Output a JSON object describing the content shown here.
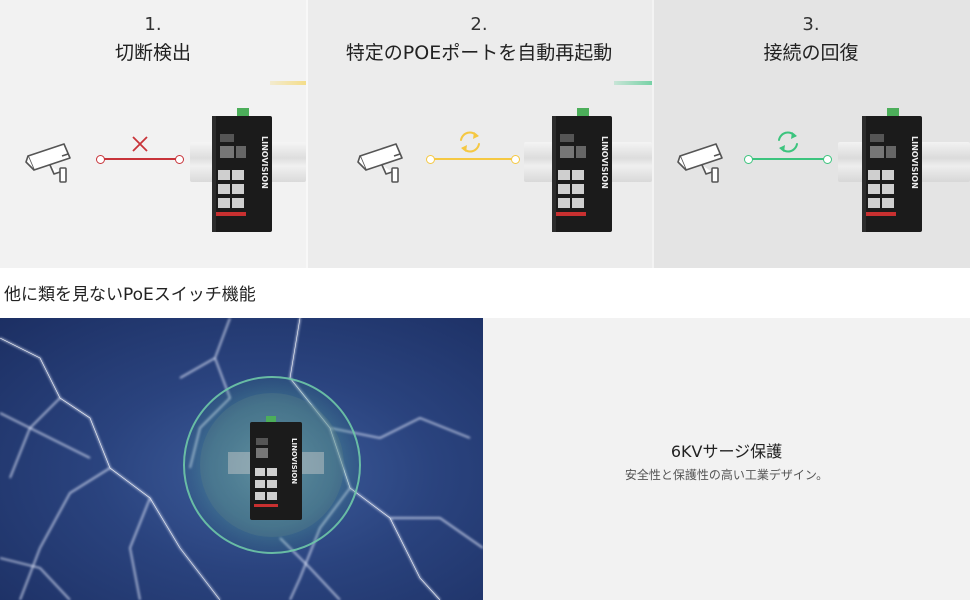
{
  "steps": [
    {
      "num": "1.",
      "title": "切断検出"
    },
    {
      "num": "2.",
      "title": "特定のPOEポートを自動再起動"
    },
    {
      "num": "3.",
      "title": "接続の回復"
    }
  ],
  "device": {
    "brand": "LINOVISION"
  },
  "colors": {
    "fail": "#c8343a",
    "restart": "#f6d046",
    "recover": "#33c27d",
    "storm_sky": "#2a437e"
  },
  "section_heading": "他に類を見ないPoEスイッチ機能",
  "feature": {
    "title": "6KVサージ保護",
    "subtitle": "安全性と保護性の高い工業デザイン。"
  }
}
